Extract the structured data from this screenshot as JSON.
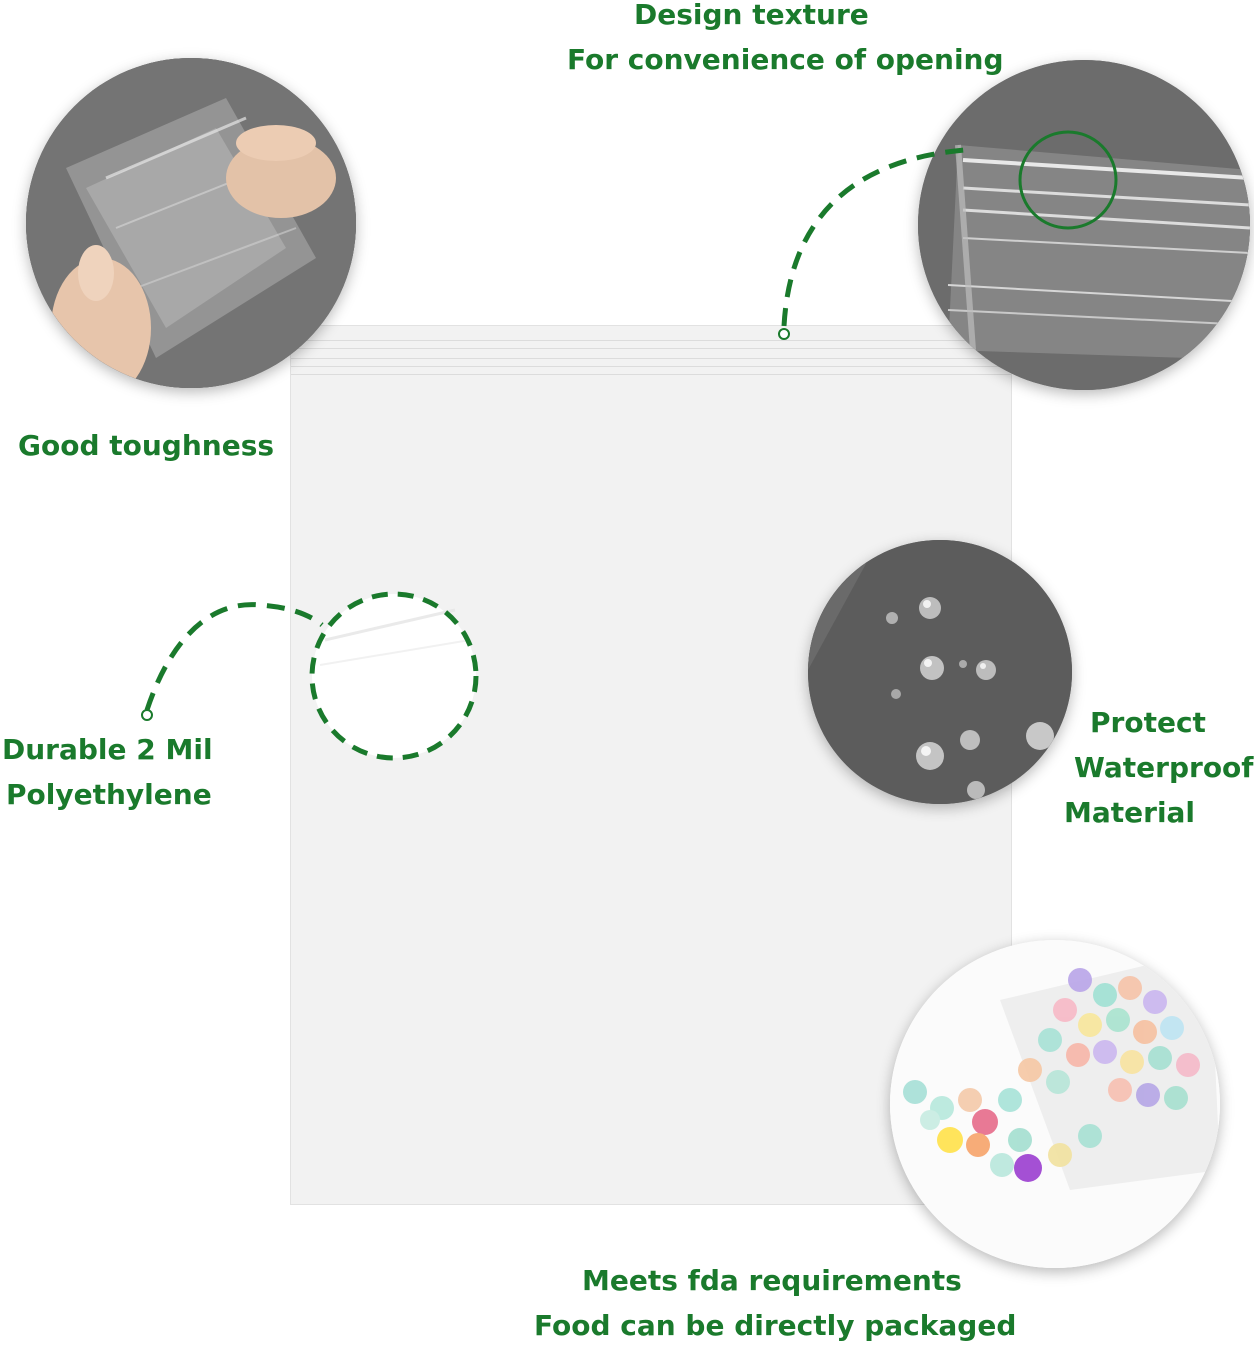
{
  "labels": {
    "design_line1": "Design texture",
    "design_line2": "For convenience of opening",
    "toughness": "Good toughness",
    "durable_line1": "Durable 2 Mil",
    "durable_line2": "Polyethylene",
    "protect_line1": "Protect",
    "protect_line2": "Waterproof",
    "protect_line3": "Material",
    "fda_line1": "Meets fda requirements",
    "fda_line2": "Food can be directly packaged"
  },
  "photos": {
    "toughness": "hands-stretching-clear-film",
    "zipper": "zipper-closure-closeup",
    "waterproof": "water-droplets-on-film",
    "food": "colorful-beads-in-bag"
  },
  "colors": {
    "accent_green": "#1a7a2c",
    "bag": "#f2f2f2",
    "background": "#ffffff"
  }
}
